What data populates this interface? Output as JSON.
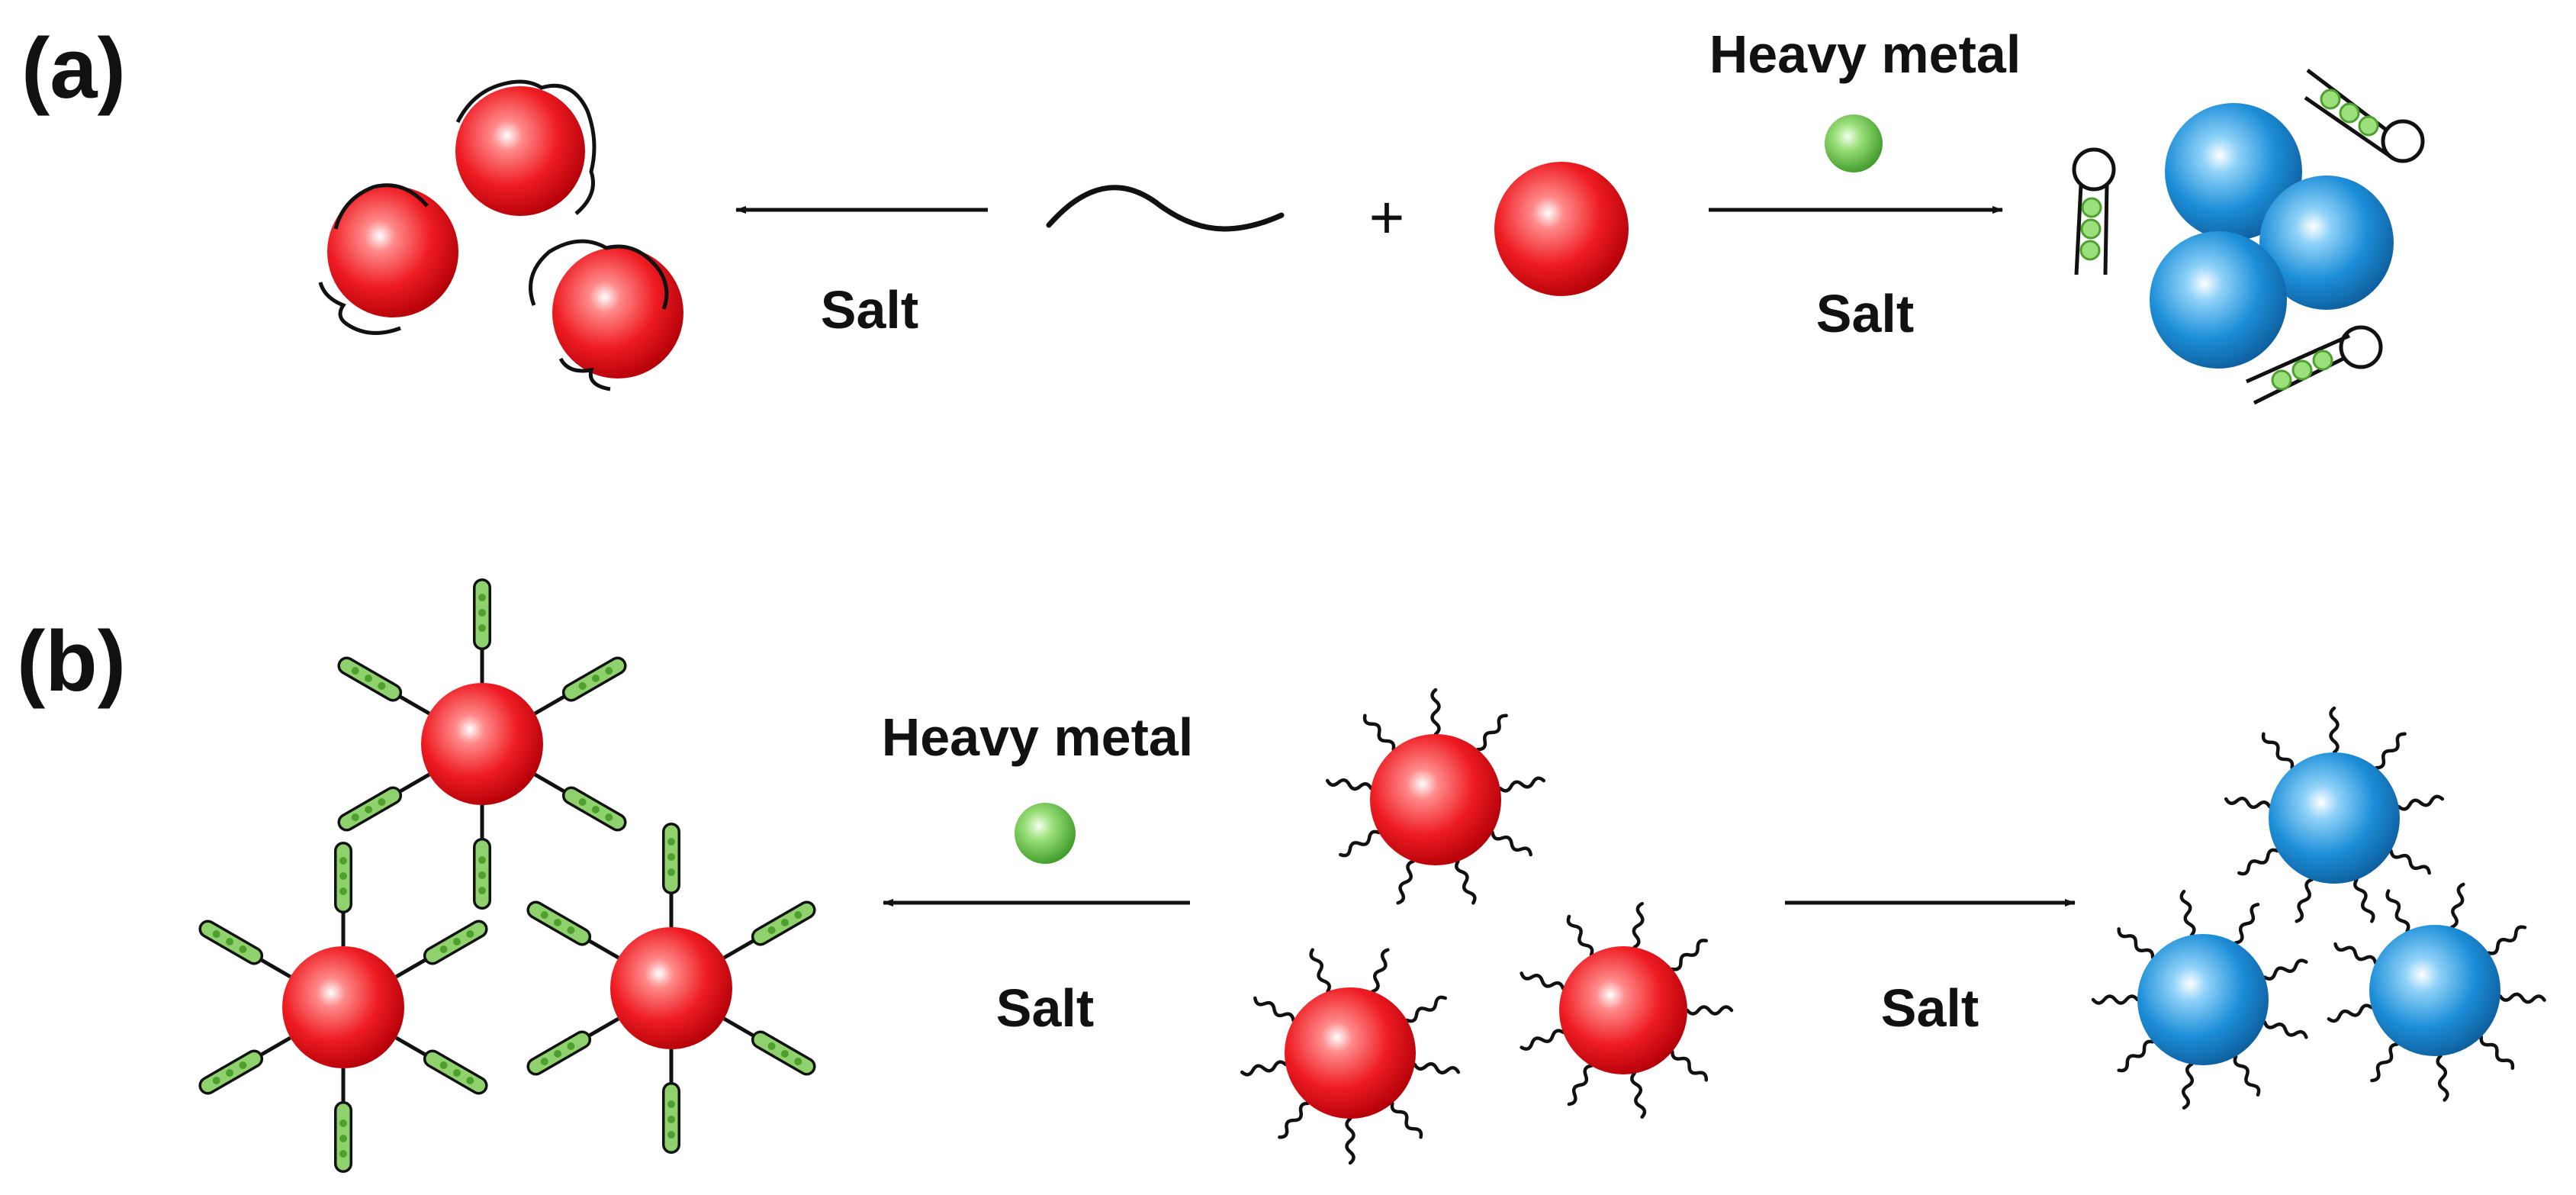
{
  "panel_a": {
    "label": "(a)",
    "left_arrow_text": "Salt",
    "plus": "+",
    "right_arrow_top_text": "Heavy metal",
    "right_arrow_bottom_text": "Salt"
  },
  "panel_b": {
    "label": "(b)",
    "left_arrow_top_text": "Heavy metal",
    "left_arrow_bottom_text": "Salt",
    "right_arrow_text": "Salt"
  },
  "colors": {
    "gold_nanoparticle": "#e8151b",
    "aggregated_nanoparticle": "#1f8fd6",
    "heavy_metal_ion": "#7ccc55",
    "dna_strand": "#111111"
  }
}
